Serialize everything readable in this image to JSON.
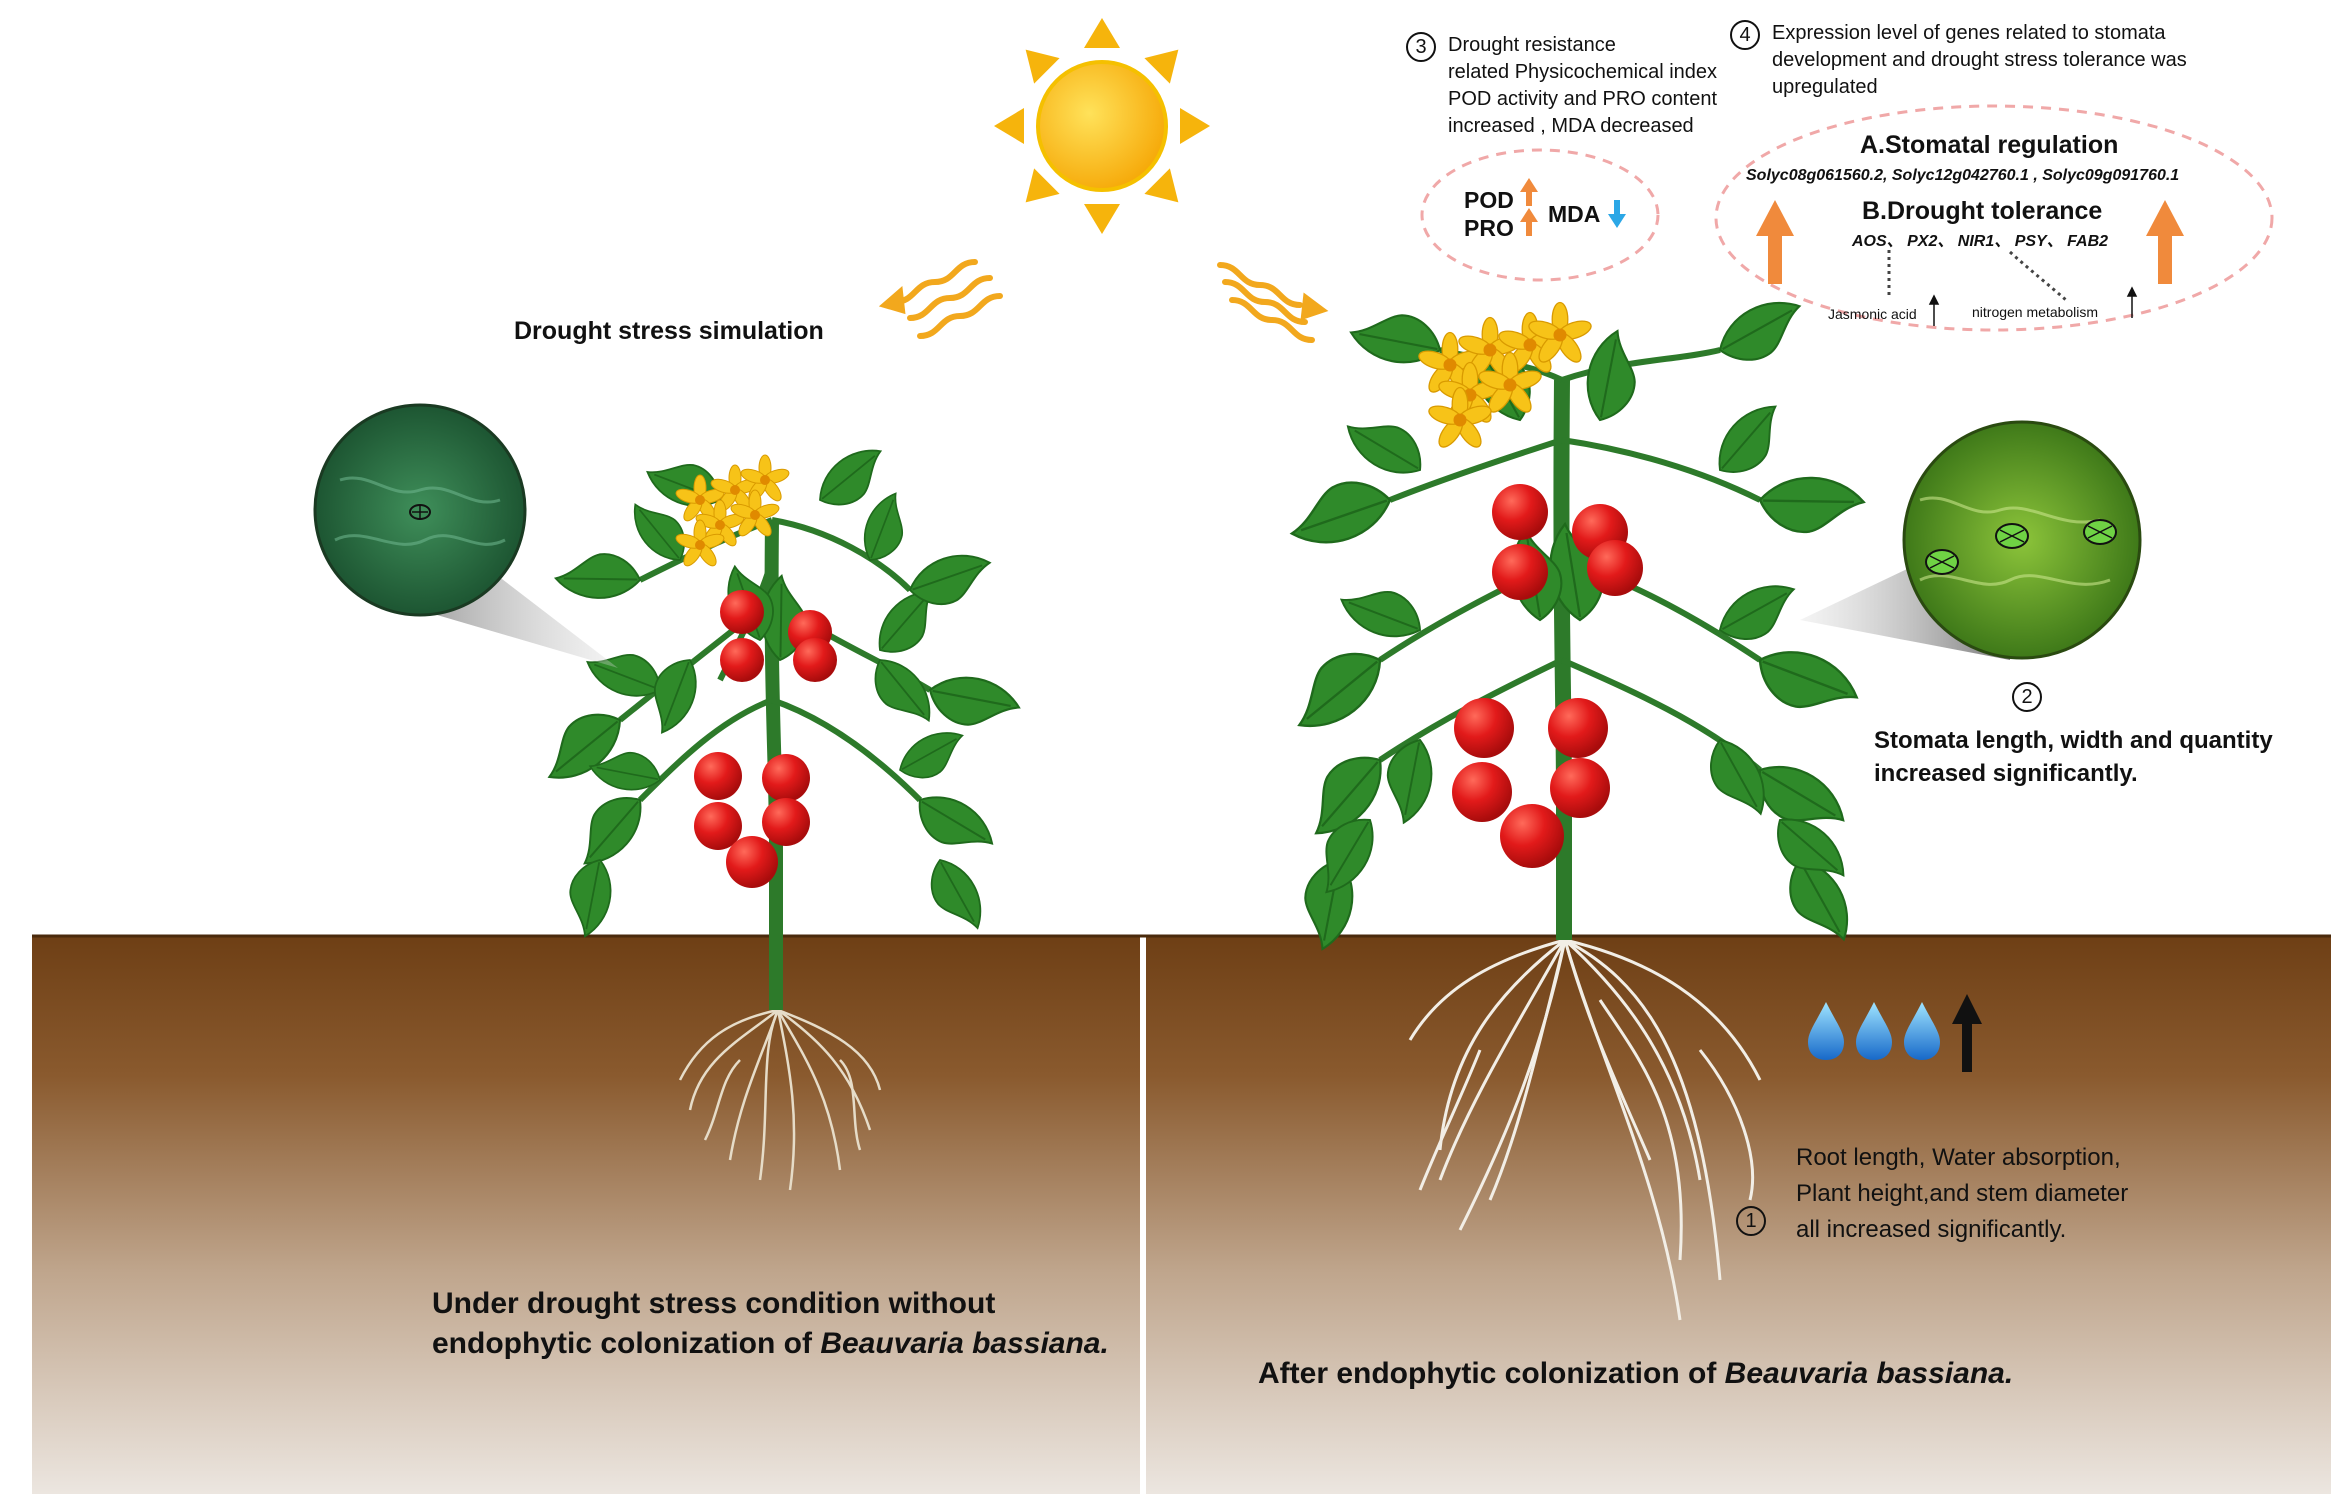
{
  "header": {
    "simulation_label": "Drought stress simulation"
  },
  "physio": {
    "number": "3",
    "lines": [
      "Drought resistance",
      "related Physicochemical index",
      "POD  activity and PRO content",
      "increased , MDA decreased"
    ],
    "pod": "POD",
    "pro": "PRO",
    "mda": "MDA"
  },
  "genes": {
    "number": "4",
    "lines": [
      "Expression level of genes related to stomata",
      " development and drought stress tolerance was",
      "upregulated"
    ],
    "stomatal_title": "A.Stomatal regulation",
    "stomatal_genes": "Solyc08g061560.2, Solyc12g042760.1 , Solyc09g091760.1",
    "drought_title": "B.Drought tolerance",
    "drought_genes": "AOS、 PX2、 NIR1、 PSY、 FAB2",
    "jasmonic": "Jasmonic acid",
    "nitrogen": "nitrogen metabolism"
  },
  "stomata": {
    "number": "2",
    "lines": [
      "Stomata length, width and quantity",
      "increased significantly."
    ]
  },
  "roots": {
    "number": "1",
    "lines": [
      "Root length, Water absorption,",
      "Plant height,and stem diameter",
      "all increased significantly."
    ]
  },
  "captions": {
    "left_line1": "Under drought stress condition without",
    "left_line2_prefix": "endophytic colonization of ",
    "left_line2_species": "Beauvaria bassiana.",
    "right_prefix": "After endophytic colonization of ",
    "right_species": "Beauvaria bassiana."
  },
  "colors": {
    "soil_top": "#7a4a1e",
    "soil_bottom": "#e7e0d8",
    "leaf": "#2f8a2a",
    "tomato": "#e01e1e",
    "flower": "#f7c318",
    "sun": "#f6b40c",
    "up_arrow": "#f08a3c",
    "down_arrow": "#2ba7e6",
    "ellipse_dash": "#f0a8a8",
    "water_drop": "#2a7fd6"
  }
}
